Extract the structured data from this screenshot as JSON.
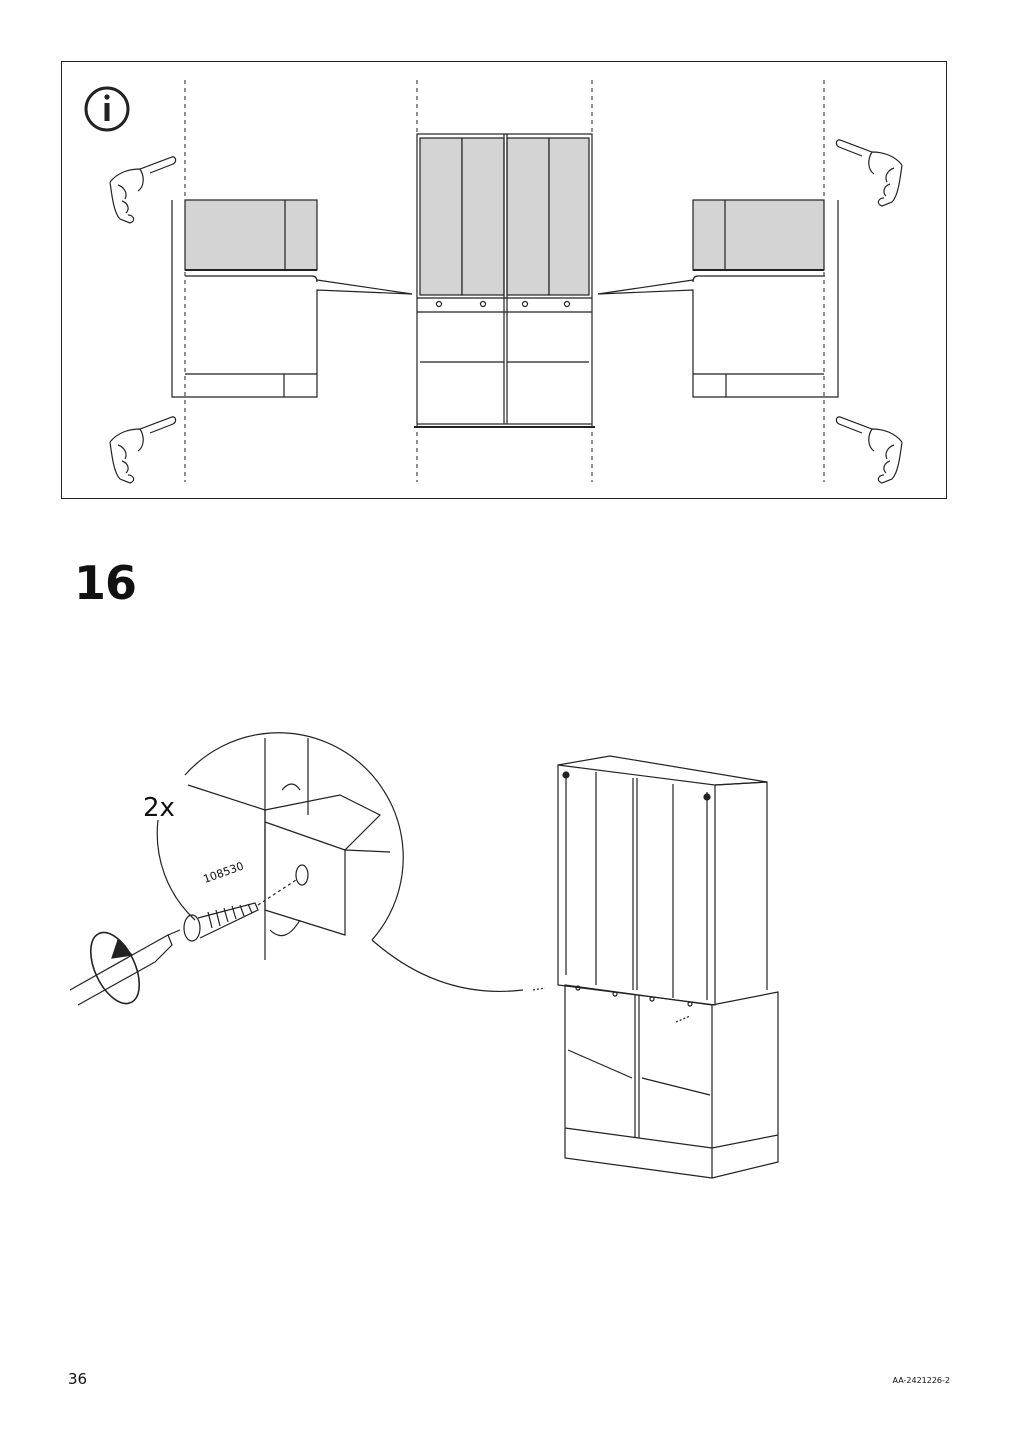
{
  "icons": {
    "info": "info-icon",
    "hand_pointing": "hand-pointing-icon",
    "screwdriver": "screwdriver-icon",
    "rotation_arrow": "rotate-clockwise-arrow-icon",
    "screw": "screw-icon"
  },
  "step": {
    "number": "16",
    "quantity": "2x",
    "part_number": "108530"
  },
  "footer": {
    "page_number": "36",
    "document_code": "AA-2421226-2"
  },
  "colors": {
    "line": "#222222",
    "panel_fill": "#d4d4d4"
  }
}
